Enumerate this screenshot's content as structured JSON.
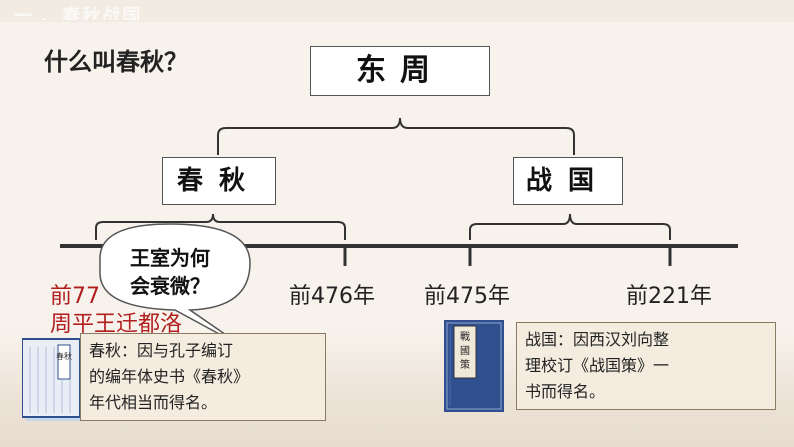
{
  "header": {
    "band_text": "一 、春秋战国"
  },
  "question": "什么叫春秋？",
  "boxes": {
    "dongzhou": "东周",
    "chunqiu": "春秋",
    "zhanguo": "战国"
  },
  "years": {
    "chunqiu_start_visible": "前77",
    "chunqiu_start_sub_visible": "周平王迁都洛",
    "chunqiu_end": "前476年",
    "zhanguo_start": "前475年",
    "zhanguo_end": "前221年"
  },
  "bubble": {
    "line1": "王室为何",
    "line2": "会衰微？"
  },
  "cards": {
    "chunqiu": [
      "春秋：因与孔子编订",
      "的编年体史书《春秋》",
      "年代相当而得名。"
    ],
    "zhanguo": [
      "战国：因西汉刘向整",
      "理校订《战国策》一",
      "书而得名。"
    ]
  },
  "books": {
    "chunqiu_cover": "春秋",
    "zhanguo_cover": "戰國策"
  },
  "colors": {
    "accent_red": "#b21e1e",
    "book_blue": "#2f4f8f",
    "line": "#333333"
  }
}
